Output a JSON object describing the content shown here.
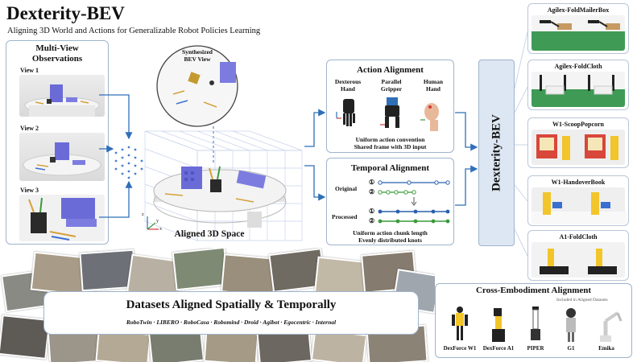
{
  "title": "Dexterity-BEV",
  "subtitle": "Aligning 3D World and Actions for Generalizable Robot Policies Learning",
  "multiview": {
    "title_line1": "Multi-View",
    "title_line2": "Observations",
    "views": [
      "View 1",
      "View 2",
      "View 3"
    ]
  },
  "bev": {
    "line1": "Synthesized",
    "line2": "BEV View"
  },
  "aligned_space": {
    "label": "Aligned 3D Space",
    "axes": [
      "x",
      "y",
      "z"
    ]
  },
  "action_alignment": {
    "title": "Action Alignment",
    "hands": [
      {
        "line1": "Dexterous",
        "line2": "Hand"
      },
      {
        "line1": "Parallel",
        "line2": "Gripper"
      },
      {
        "line1": "Human",
        "line2": "Hand"
      }
    ],
    "caption1": "Uniform action convention",
    "caption2": "Shared frame with 3D input"
  },
  "temporal_alignment": {
    "title": "Temporal Alignment",
    "original_label": "Original",
    "processed_label": "Processed",
    "row_markers": [
      "①",
      "②"
    ],
    "caption1": "Uniform action chunk length",
    "caption2": "Evenly distributed knots"
  },
  "model_label": "Dexterity-BEV",
  "tasks": [
    "Agilex-FoldMailerBox",
    "Agilex-FoldCloth",
    "W1-ScoopPopcorn",
    "W1-HandoverBook",
    "A1-FoldCloth"
  ],
  "datasets": {
    "title": "Datasets Aligned Spatially & Temporally",
    "items": [
      "RoboTwin",
      "LIBERO",
      "RoboCasa",
      "Robomind",
      "Droid",
      "Agibot",
      "Egocentric",
      "Internal"
    ],
    "separator": "·"
  },
  "cross_embodiment": {
    "title": "Cross-Embodiment Alignment",
    "note": "Included in Aligned Datasets",
    "robots": [
      "DexForce W1",
      "DexForce A1",
      "PIPER",
      "G1",
      "Emika"
    ]
  },
  "colors": {
    "arrow": "#2f6fb8",
    "panel_border": "#9fb4cc",
    "model_fill": "#dde7f3",
    "original_line": "#2a5fb0",
    "green_line": "#3a9a3a",
    "blue_cube": "#6b6bd8"
  }
}
